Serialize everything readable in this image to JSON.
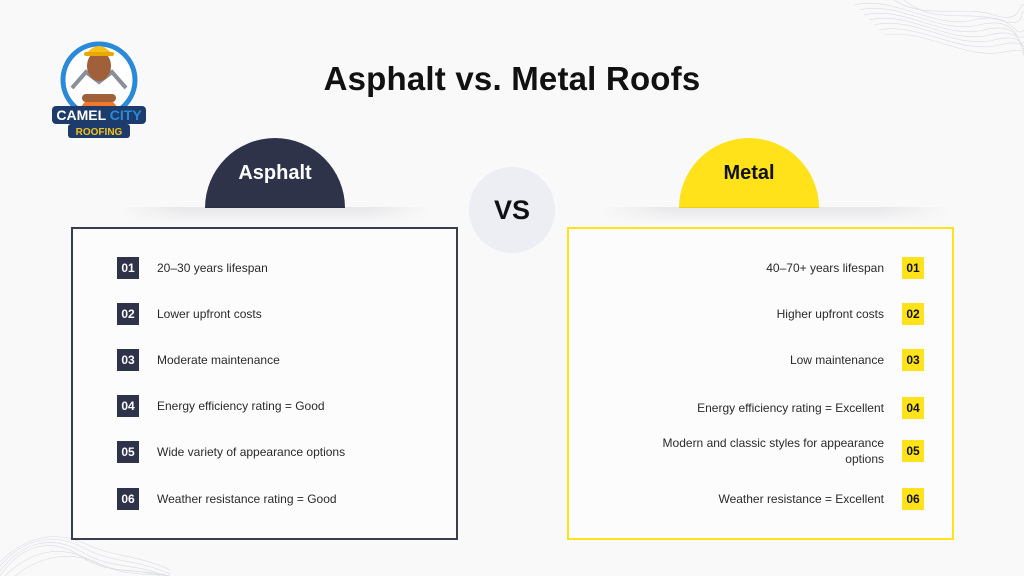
{
  "logo": {
    "line1": "CAMEL CITY",
    "line2": "ROOFING",
    "colors": {
      "navy": "#1d3b6b",
      "blue": "#2a8ad8",
      "gold": "#f5c21b"
    }
  },
  "title": "Asphalt vs. Metal Roofs",
  "vs_label": "VS",
  "colors": {
    "asphalt_accent": "#2f334a",
    "metal_accent": "#ffe21a",
    "background": "#f9f9fa"
  },
  "asphalt": {
    "heading": "Asphalt",
    "items": [
      {
        "num": "01",
        "text": "20–30 years lifespan"
      },
      {
        "num": "02",
        "text": "Lower upfront costs"
      },
      {
        "num": "03",
        "text": "Moderate maintenance"
      },
      {
        "num": "04",
        "text": "Energy efficiency rating = Good"
      },
      {
        "num": "05",
        "text": "Wide variety of appearance options"
      },
      {
        "num": "06",
        "text": "Weather resistance rating = Good"
      }
    ]
  },
  "metal": {
    "heading": "Metal",
    "items": [
      {
        "num": "01",
        "text": "40–70+ years lifespan"
      },
      {
        "num": "02",
        "text": "Higher upfront costs"
      },
      {
        "num": "03",
        "text": "Low maintenance"
      },
      {
        "num": "04",
        "text": "Energy efficiency rating = Excellent"
      },
      {
        "num": "05",
        "text": "Modern and classic styles for appearance options"
      },
      {
        "num": "06",
        "text": "Weather resistance = Excellent"
      }
    ]
  }
}
